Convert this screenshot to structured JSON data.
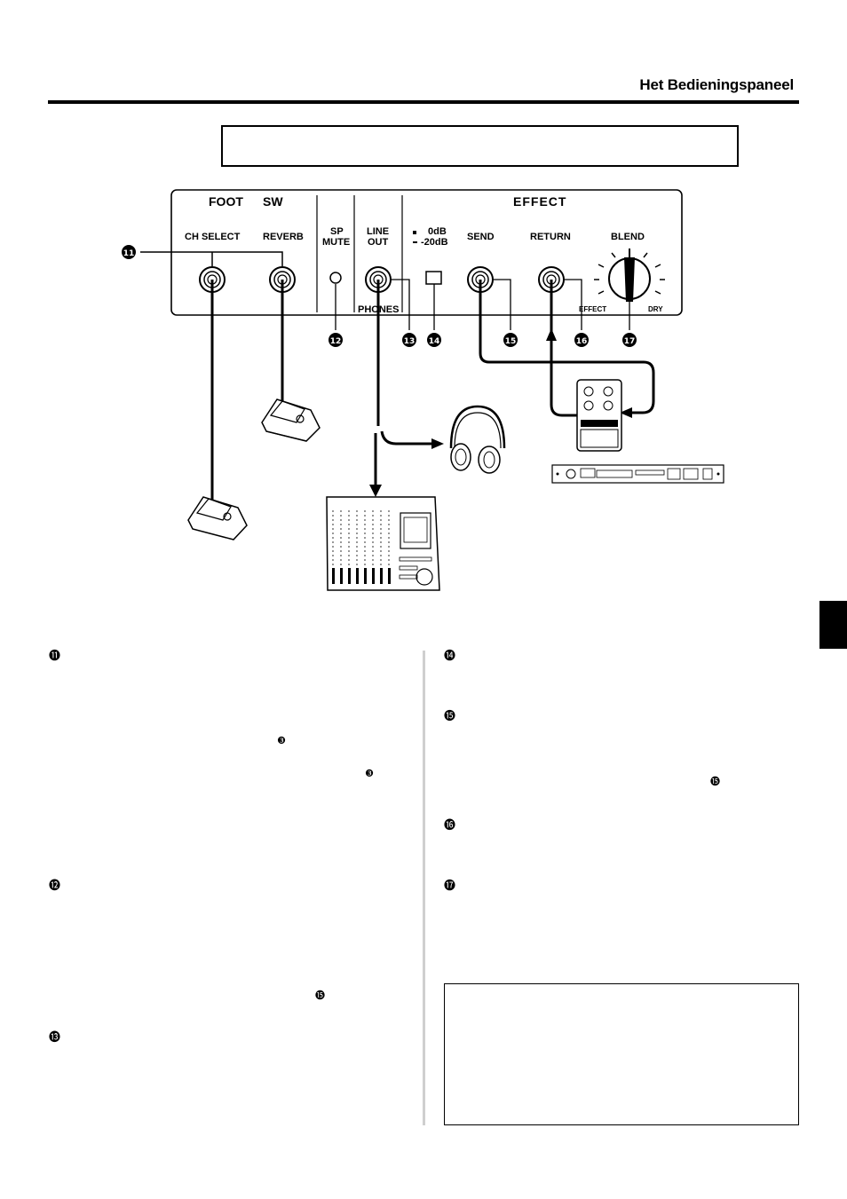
{
  "header": {
    "title": "Het Bedieningspaneel"
  },
  "panel": {
    "group_foot_sw": {
      "foot": "FOOT",
      "sw": "SW"
    },
    "group_effect": "EFFECT",
    "labels": {
      "ch_select": "CH SELECT",
      "reverb": "REVERB",
      "sp": "SP",
      "mute": "MUTE",
      "line": "LINE",
      "out": "OUT",
      "phones": "PHONES",
      "zero_db": "0dB",
      "minus20db": "-20dB",
      "send": "SEND",
      "return": "RETURN",
      "blend": "BLEND",
      "effect_small": "EFFECT",
      "dry_small": "DRY"
    },
    "callouts": [
      "⓫",
      "⓬",
      "⓭",
      "⓮",
      "⓯",
      "⓰",
      "⓱"
    ]
  },
  "body": {
    "markers": {
      "m11": "⓫",
      "m12": "⓬",
      "m13": "⓭",
      "m14": "⓮",
      "m15": "⓯",
      "m16": "⓰",
      "m17": "⓱",
      "ref3a": "❸",
      "ref3b": "❸",
      "ref15a": "⓯",
      "ref15b": "⓯"
    }
  },
  "icons": [
    "foot-switch-icon",
    "headphones-icon",
    "mixer-icon",
    "effect-pedal-icon",
    "rack-effect-icon"
  ]
}
